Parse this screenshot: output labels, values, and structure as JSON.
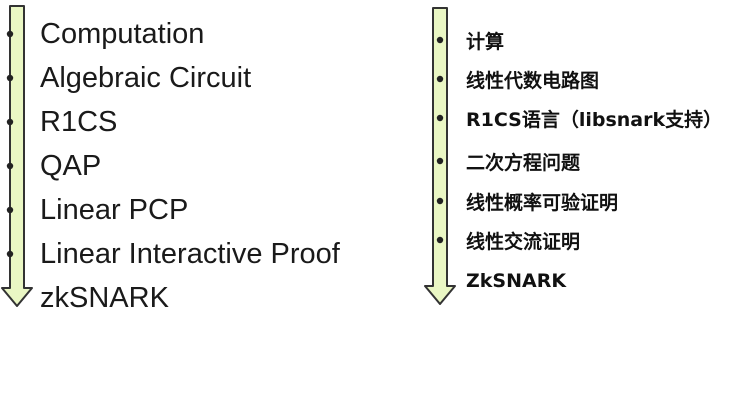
{
  "left_column": {
    "steps": [
      "Computation",
      "Algebraic Circuit",
      "R1CS",
      "QAP",
      "Linear PCP",
      "Linear Interactive Proof",
      "zkSNARK"
    ]
  },
  "right_column": {
    "steps": [
      "计算",
      "线性代数电路图",
      "R1CS语言（libsnark支持）",
      "二次方程问题",
      "线性概率可验证明",
      "线性交流证明",
      "ZkSNARK"
    ]
  },
  "colors": {
    "arrow_fill": "#eaf7c4",
    "arrow_stroke": "#333333",
    "dot": "#222222"
  }
}
